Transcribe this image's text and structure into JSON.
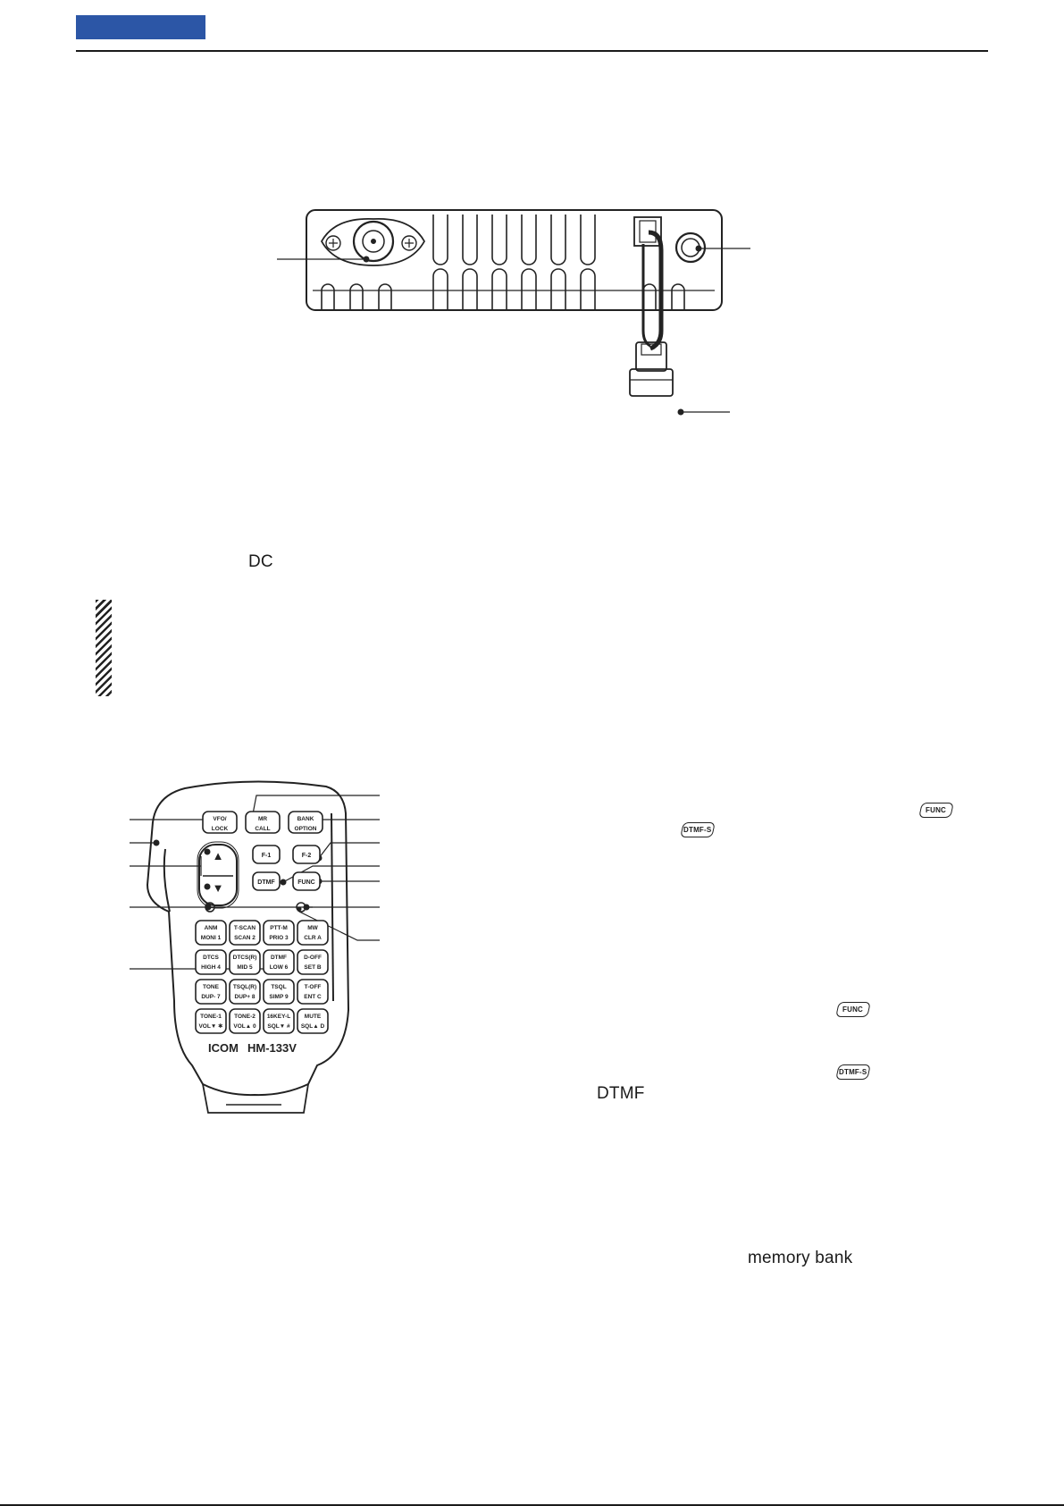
{
  "text": {
    "dc_label": "DC",
    "dtmf_label": "DTMF",
    "memory_bank_label": "memory bank"
  },
  "keys": {
    "func": "FUNC",
    "dtmf_s": "DTMF-S"
  },
  "mic": {
    "brand": "ICOM",
    "model": "HM-133V",
    "top_keys": [
      {
        "top": "VFO/",
        "bottom": "LOCK"
      },
      {
        "top": "MR",
        "bottom": "CALL"
      },
      {
        "top": "BANK",
        "bottom": "OPTION"
      }
    ],
    "func_keys": [
      "F-1",
      "F-2",
      "DTMF",
      "FUNC"
    ],
    "up_arrow": "▲",
    "down_arrow": "▼",
    "keypad": [
      [
        {
          "top": "ANM",
          "bottom": "MONI",
          "big": "1"
        },
        {
          "top": "T-SCAN",
          "bottom": "SCAN",
          "big": "2"
        },
        {
          "top": "PTT-M",
          "bottom": "PRIO",
          "big": "3"
        },
        {
          "top": "MW",
          "bottom": "CLR",
          "big": "A"
        }
      ],
      [
        {
          "top": "DTCS",
          "bottom": "HIGH",
          "big": "4"
        },
        {
          "top": "DTCS(R)",
          "bottom": "MID",
          "big": "5"
        },
        {
          "top": "DTMF",
          "bottom": "LOW",
          "big": "6"
        },
        {
          "top": "D-OFF",
          "bottom": "SET",
          "big": "B"
        }
      ],
      [
        {
          "top": "TONE",
          "bottom": "DUP-",
          "big": "7"
        },
        {
          "top": "TSQL(R)",
          "bottom": "DUP+",
          "big": "8"
        },
        {
          "top": "TSQL",
          "bottom": "SIMP",
          "big": "9"
        },
        {
          "top": "T-OFF",
          "bottom": "ENT",
          "big": "C"
        }
      ],
      [
        {
          "top": "TONE-1",
          "bottom": "VOL▼",
          "big": "✱"
        },
        {
          "top": "TONE-2",
          "bottom": "VOL▲",
          "big": "0"
        },
        {
          "top": "16KEY-L",
          "bottom": "SQL▼",
          "big": "#"
        },
        {
          "top": "MUTE",
          "bottom": "SQL▲",
          "big": "D"
        }
      ]
    ]
  },
  "colors": {
    "accent": "#2c56a6",
    "ink": "#1a1a1a"
  }
}
